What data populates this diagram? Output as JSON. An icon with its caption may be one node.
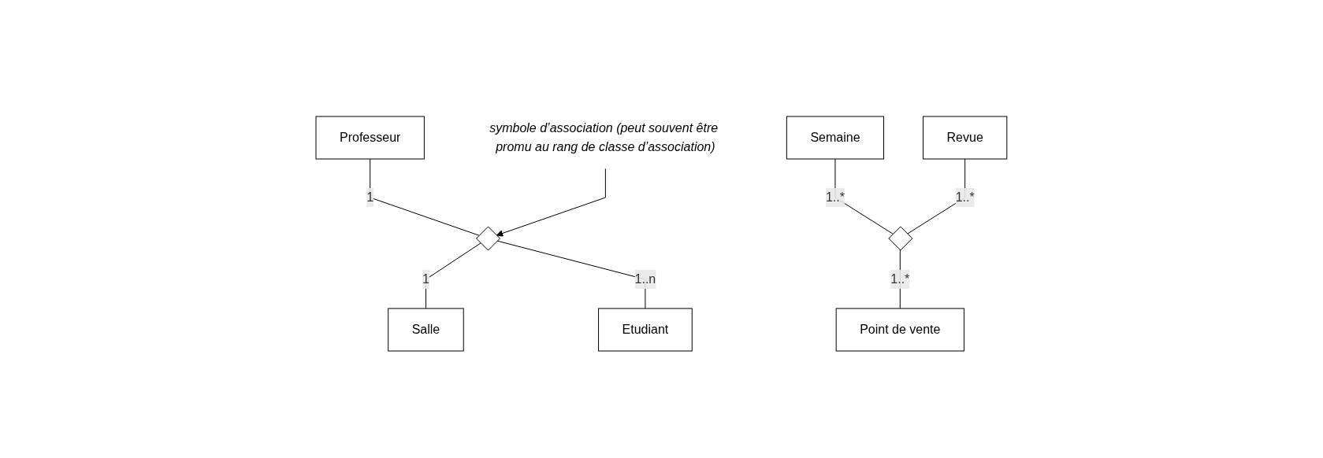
{
  "diagram": {
    "nodes": [
      {
        "text": [
          "Professeur"
        ]
      },
      {
        "text": [],
        "shape": "diamond"
      },
      {
        "text": [
          "Salle"
        ]
      },
      {
        "text": [
          "Etudiant"
        ]
      },
      {
        "text": [
          "symbole d’association (peut souvent être promu au rang de classe d’association)"
        ]
      },
      {
        "text": [
          "Semaine"
        ]
      },
      {
        "text": [
          "Revue"
        ]
      },
      {
        "text": [],
        "shape": "diamond"
      },
      {
        "text": [
          "Point de vente"
        ]
      }
    ],
    "edges": [
      {
        "from": 0,
        "to": 1,
        "arrow": "none",
        "label": "1"
      },
      {
        "from": 1,
        "to": 2,
        "arrow": "none",
        "label": "1"
      },
      {
        "from": 1,
        "to": 3,
        "arrow": "none",
        "label": "1..n"
      },
      {
        "from": 4,
        "to": 1,
        "arrow": "to"
      },
      {
        "from": 5,
        "to": 7,
        "arrow": "none",
        "label": "1..*"
      },
      {
        "from": 6,
        "to": 7,
        "arrow": "none",
        "label": "1..*"
      },
      {
        "from": 7,
        "to": 8,
        "arrow": "none",
        "label": "1..*"
      }
    ]
  }
}
